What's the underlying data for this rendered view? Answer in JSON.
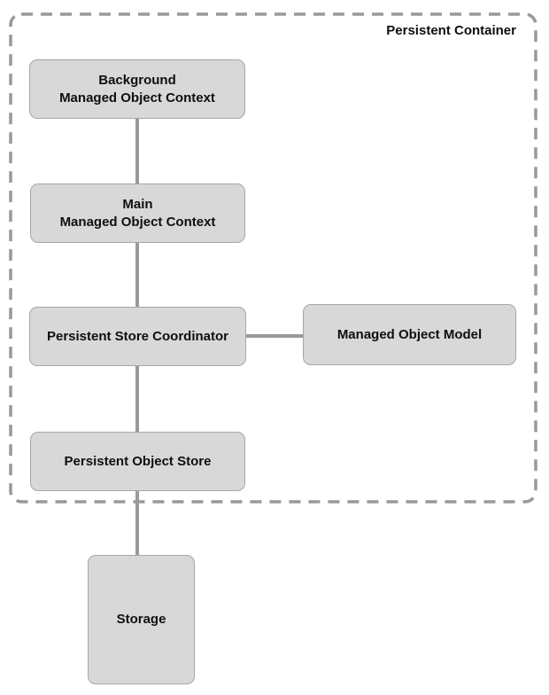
{
  "diagram": {
    "container": {
      "label": "Persistent Container"
    },
    "nodes": [
      {
        "id": "background-managed-object-context",
        "label": "Background\nManaged Object Context"
      },
      {
        "id": "main-managed-object-context",
        "label": "Main\nManaged Object Context"
      },
      {
        "id": "persistent-store-coordinator",
        "label": "Persistent Store Coordinator"
      },
      {
        "id": "managed-object-model",
        "label": "Managed Object Model"
      },
      {
        "id": "persistent-object-store",
        "label": "Persistent Object Store"
      },
      {
        "id": "storage",
        "label": "Storage"
      }
    ],
    "edges": [
      {
        "from": "background-managed-object-context",
        "to": "main-managed-object-context"
      },
      {
        "from": "main-managed-object-context",
        "to": "persistent-store-coordinator"
      },
      {
        "from": "persistent-store-coordinator",
        "to": "managed-object-model"
      },
      {
        "from": "persistent-store-coordinator",
        "to": "persistent-object-store"
      },
      {
        "from": "persistent-object-store",
        "to": "storage"
      }
    ],
    "colors": {
      "node_fill": "#d8d8d8",
      "node_border": "#a6a6a6",
      "connector": "#999999",
      "container_border": "#999999",
      "text": "#0f0f0f",
      "background": "#ffffff"
    }
  }
}
